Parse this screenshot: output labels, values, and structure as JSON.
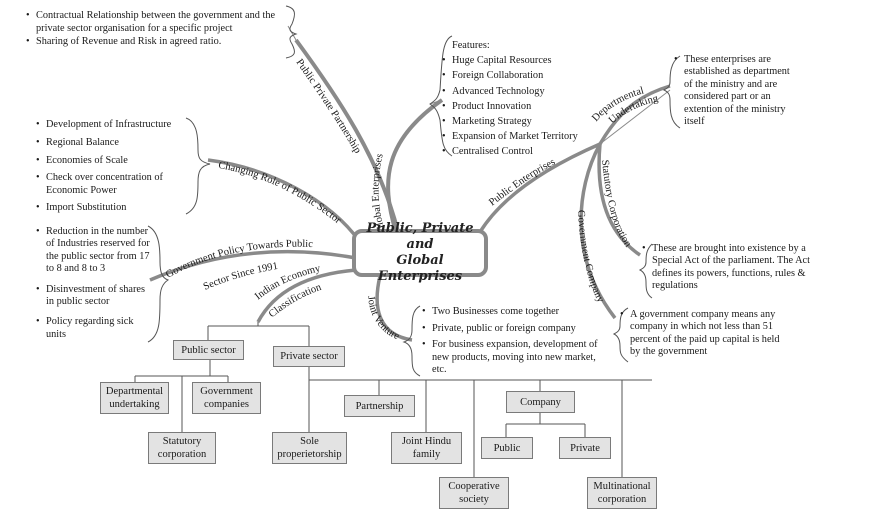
{
  "center": {
    "line1": "Public, Private and",
    "line2": "Global Enterprises"
  },
  "branches": {
    "ppp": {
      "label": "Public Private Partnership",
      "points": [
        "Contractual Relationship between the  government and the private sector organisation for a specific project",
        "Sharing of Revenue and Risk in agreed ratio."
      ]
    },
    "global": {
      "label": "Global Enterprises",
      "heading": "Features:",
      "points": [
        "Huge Capital Resources",
        "Foreign Collaboration",
        "Advanced Technology",
        "Product Innovation",
        "Marketing Strategy",
        "Expansion of Market Territory",
        "Centralised Control"
      ]
    },
    "changing_role": {
      "label": "Changing Role of Public Sector",
      "points": [
        "Development of  Infrastructure",
        "Regional Balance",
        "Economies of Scale",
        "Check over concentration of Economic Power",
        "Import Substitution"
      ]
    },
    "gov_policy": {
      "label_line1": "Government Policy Towards Public",
      "label_line2": "Sector  Since 1991",
      "points": [
        "Reduction in the number of Industries reserved for the public sector from 17 to 8 and 8 to 3",
        "Disinvestment of shares in public sector",
        "Policy regarding sick units"
      ]
    },
    "indian_economy": {
      "label_line1": "Indian Economy",
      "label_line2": "Classification"
    },
    "joint_venture": {
      "label": "Joint Venture",
      "points": [
        "Two Businesses come together",
        "Private, public or foreign company",
        "For business expansion, development of new products, moving into new market, etc."
      ]
    },
    "public_enterprises": {
      "label": "Public Enterprises",
      "departmental": {
        "label_line1": "Departmental",
        "label_line2": "Undertaking",
        "text": "These enterprises are established as department of the ministry and are considered part or an extention of the ministry itself"
      },
      "statutory": {
        "label": "Statutory Corporation",
        "text": "These are brought into existence by a Special Act of the parliament. The Act defines its powers, functions, rules & regulations"
      },
      "government_company": {
        "label": "Government Company",
        "text": "A government company means any company in which not less than 51 percent of the paid up capital is held by the government"
      }
    }
  },
  "classification_tree": {
    "public_sector": {
      "label": "Public sector",
      "children": [
        "Departmental undertaking",
        "Government companies",
        "Statutory corporation"
      ]
    },
    "private_sector": {
      "label": "Private sector",
      "children": {
        "sole": "Sole properietorship",
        "partnership": "Partnership",
        "jhf": "Joint Hindu family",
        "coop": "Cooperative society",
        "company": "Company",
        "company_children": [
          "Public",
          "Private"
        ],
        "mnc": "Multinational corporation"
      }
    }
  }
}
